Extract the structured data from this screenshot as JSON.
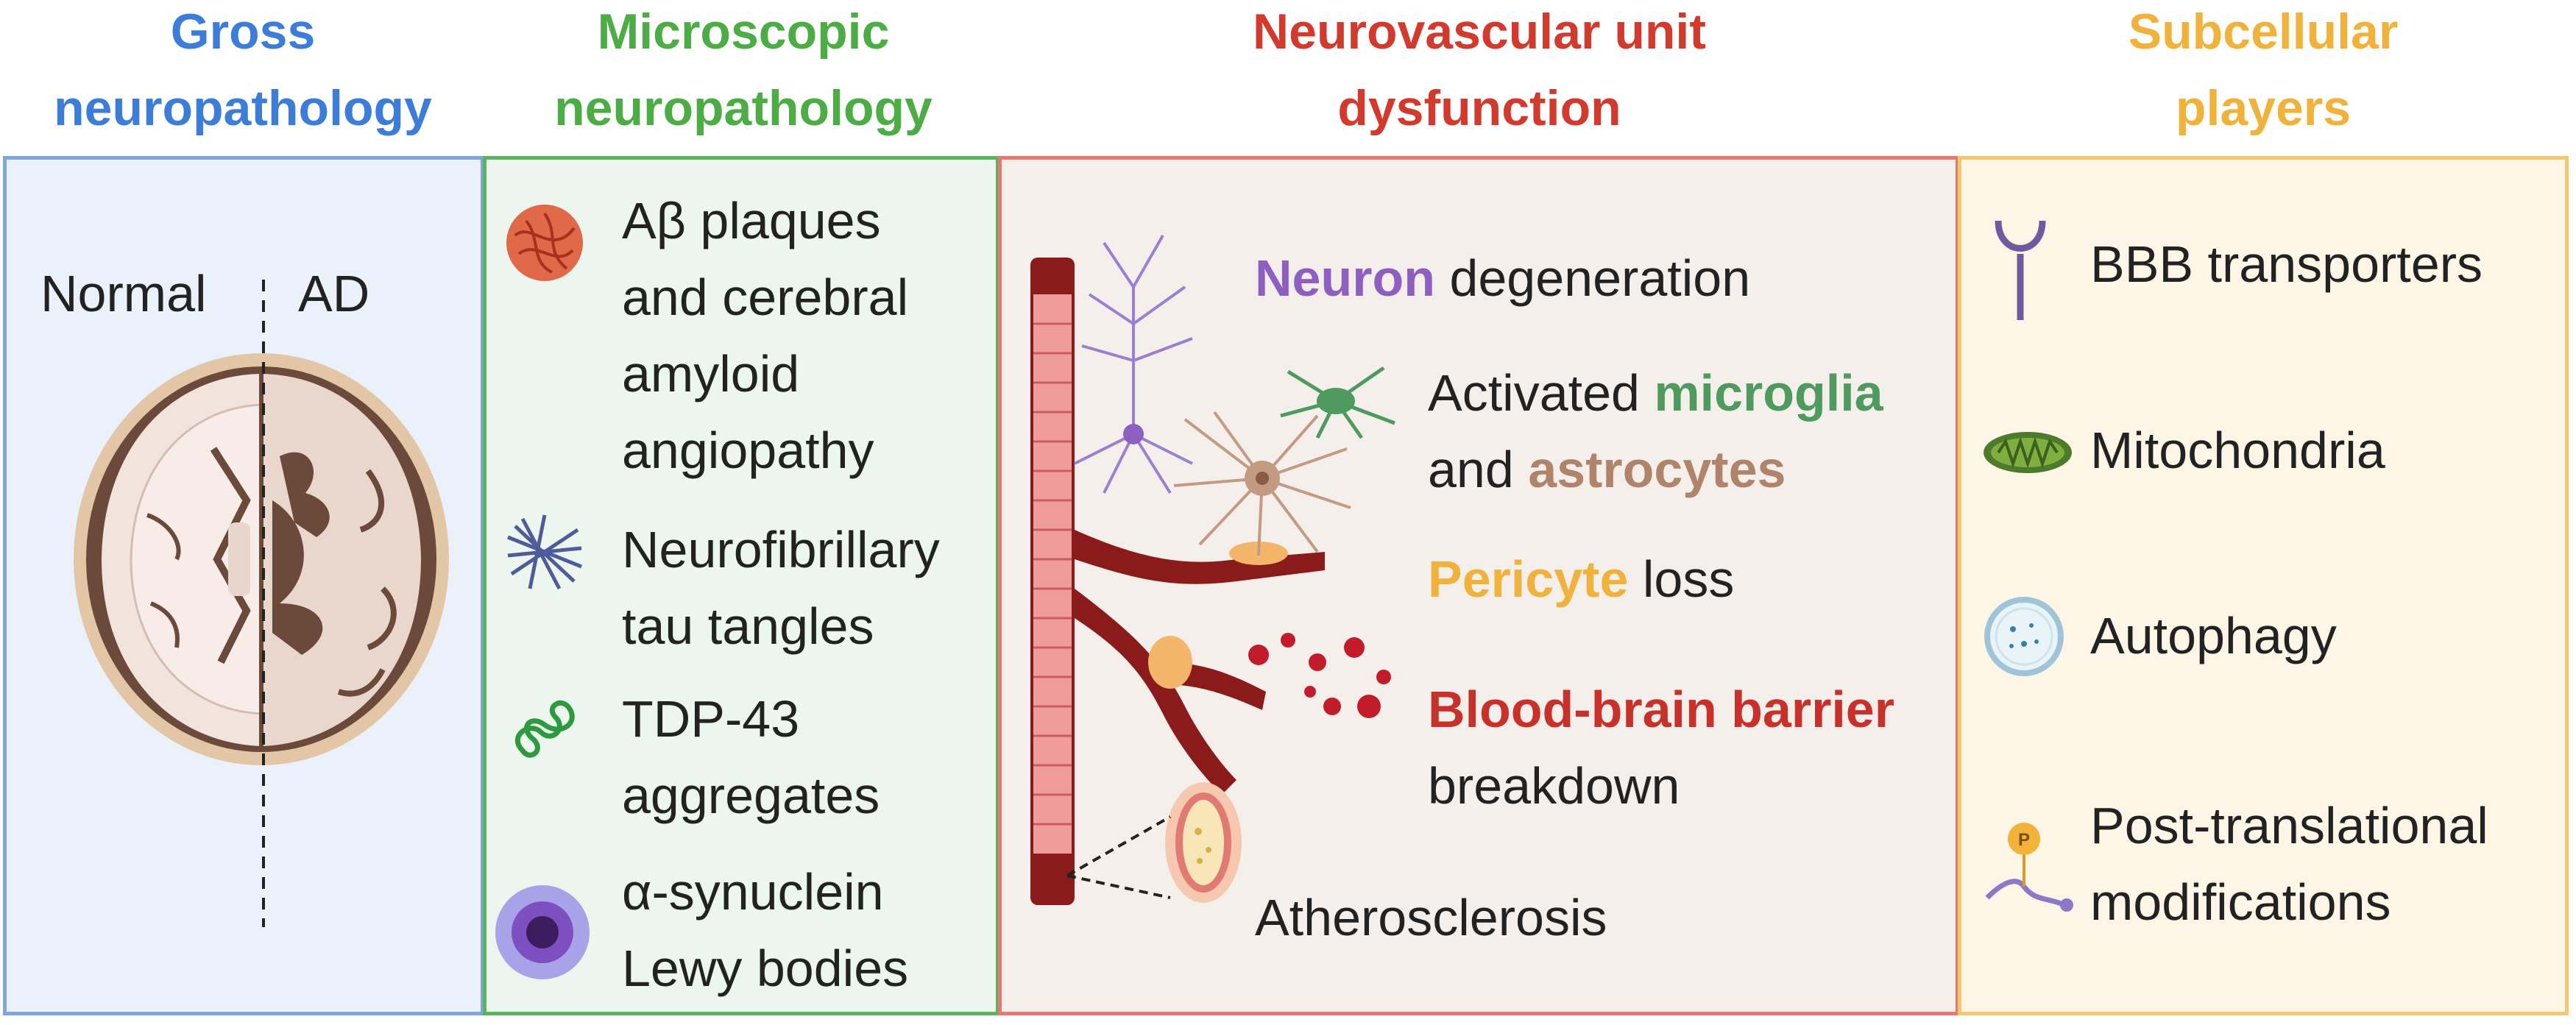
{
  "columns": {
    "gross": {
      "title_line1": "Gross",
      "title_line2": "neuropathology",
      "normal_label": "Normal",
      "ad_label": "AD",
      "color": "#3b7dd8"
    },
    "microscopic": {
      "title_line1": "Microscopic",
      "title_line2": "neuropathology",
      "color": "#4cad45",
      "items": [
        {
          "icon": "amyloid-plaque-icon",
          "lines": [
            "Aβ plaques",
            "and cerebral",
            "amyloid",
            "angiopathy"
          ]
        },
        {
          "icon": "tau-tangle-icon",
          "lines": [
            "Neurofibrillary",
            "tau tangles"
          ]
        },
        {
          "icon": "tdp43-aggregate-icon",
          "lines": [
            "TDP-43",
            "aggregates"
          ]
        },
        {
          "icon": "lewy-body-icon",
          "lines": [
            "α-synuclein",
            "Lewy bodies"
          ]
        }
      ]
    },
    "neurovascular": {
      "title_line1": "Neurovascular unit",
      "title_line2": "dysfunction",
      "color": "#d23a2e",
      "neuron": {
        "highlight": "Neuron",
        "rest": " degeneration",
        "color": "#8c5fc0"
      },
      "glia": {
        "line1_prefix": "Activated ",
        "microglia": "microglia",
        "microglia_color": "#4f9a5f",
        "line2_prefix": "and ",
        "astrocytes": "astrocytes",
        "astrocytes_color": "#b0846a"
      },
      "pericyte": {
        "highlight": "Pericyte",
        "rest": " loss",
        "color": "#f0b23a"
      },
      "bbb": {
        "highlight": "Blood-brain barrier",
        "line2": "breakdown",
        "color": "#c8302a"
      },
      "atherosclerosis": "Atherosclerosis"
    },
    "subcellular": {
      "title_line1": "Subcellular",
      "title_line2": "players",
      "color": "#f0b23a",
      "items": [
        {
          "icon": "bbb-transporter-icon",
          "lines": [
            "BBB transporters"
          ]
        },
        {
          "icon": "mitochondria-icon",
          "lines": [
            "Mitochondria"
          ]
        },
        {
          "icon": "autophagy-icon",
          "lines": [
            "Autophagy"
          ]
        },
        {
          "icon": "post-translational-modification-icon",
          "lines": [
            "Post-translational",
            "modifications"
          ]
        }
      ]
    }
  }
}
